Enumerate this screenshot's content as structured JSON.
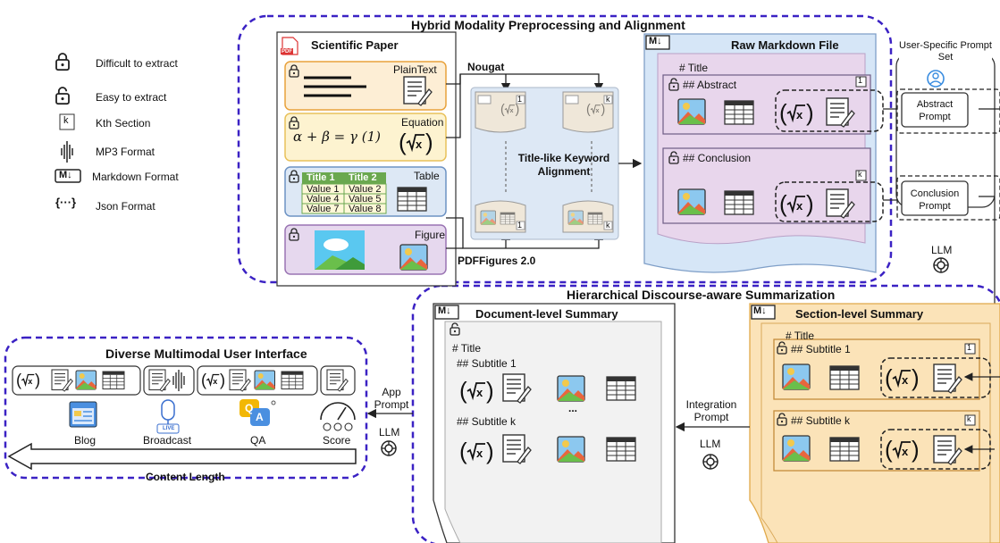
{
  "legend": {
    "difficult": "Difficult to extract",
    "easy": "Easy to extract",
    "kth_symbol": "k",
    "kth": "Kth Section",
    "mp3": "MP3 Format",
    "markdown_symbol": "M↓",
    "markdown": "Markdown Format",
    "json_symbol": "{···}",
    "json": "Json Format"
  },
  "top_section": {
    "title": "Hybrid Modality Preprocessing and Alignment",
    "paper": {
      "title": "Scientific Paper",
      "pdf": "PDF",
      "plaintext": "PlainText",
      "equation": "Equation",
      "equation_formula": "α + β = γ   (1)",
      "table": "Table",
      "table_header": [
        "Title 1",
        "Title 2"
      ],
      "table_rows": [
        [
          "Value 1",
          "Value 2"
        ],
        [
          "Value 4",
          "Value 5"
        ],
        [
          "Value 7",
          "Value 8"
        ]
      ],
      "figure": "Figure"
    },
    "nougat": "Nougat",
    "pdffigures": "PDFFigures 2.0",
    "alignment": "Title-like Keyword Alignment",
    "alignment_tag_1": "1",
    "alignment_tag_k": "k",
    "raw_md": {
      "title": "Raw Markdown File",
      "heading": "# Title",
      "abstract": "## Abstract",
      "conclusion": "## Conclusion",
      "tag_1": "1",
      "tag_k": "k"
    },
    "prompt_set": {
      "title": "User-Specific Prompt Set",
      "abstract": "Abstract Prompt",
      "conclusion": "Conclusion Prompt"
    },
    "llm": "LLM"
  },
  "middle_section": {
    "title": "Hierarchical Discourse-aware Summarization",
    "doc_summary": {
      "title": "Document-level Summary",
      "heading": "# Title",
      "sub1": "## Subtitle 1",
      "ellipsis": "...",
      "subk": "## Subtitle k"
    },
    "sec_summary": {
      "title": "Section-level Summary",
      "heading": "# Title",
      "sub1": "## Subtitle 1",
      "subk": "## Subtitle k",
      "tag_1": "1",
      "tag_k": "k"
    },
    "integration_prompt": "Integration Prompt",
    "llm": "LLM"
  },
  "left_section": {
    "title": "Diverse Multimodal User Interface",
    "app_prompt": "App Prompt",
    "llm": "LLM",
    "outputs": [
      "Blog",
      "Broadcast",
      "QA",
      "Score"
    ],
    "live": "LIVE",
    "qa_q": "Q",
    "qa_a": "A",
    "content_length": "Content Length"
  },
  "colors": {
    "dashed_border": "#3b22c4",
    "plaintext_bg": "#fdeed5",
    "equation_bg": "#fdf3d0",
    "table_bg": "#dde8f5",
    "figure_bg": "#e6d8ee",
    "raw_md_bg": "#d6e6f7",
    "raw_md_inner": "#e8d6ec",
    "section_summary_bg": "#fbe3b8",
    "doc_summary_bg": "#f2f2f2",
    "table_green": "#6aa84f"
  }
}
